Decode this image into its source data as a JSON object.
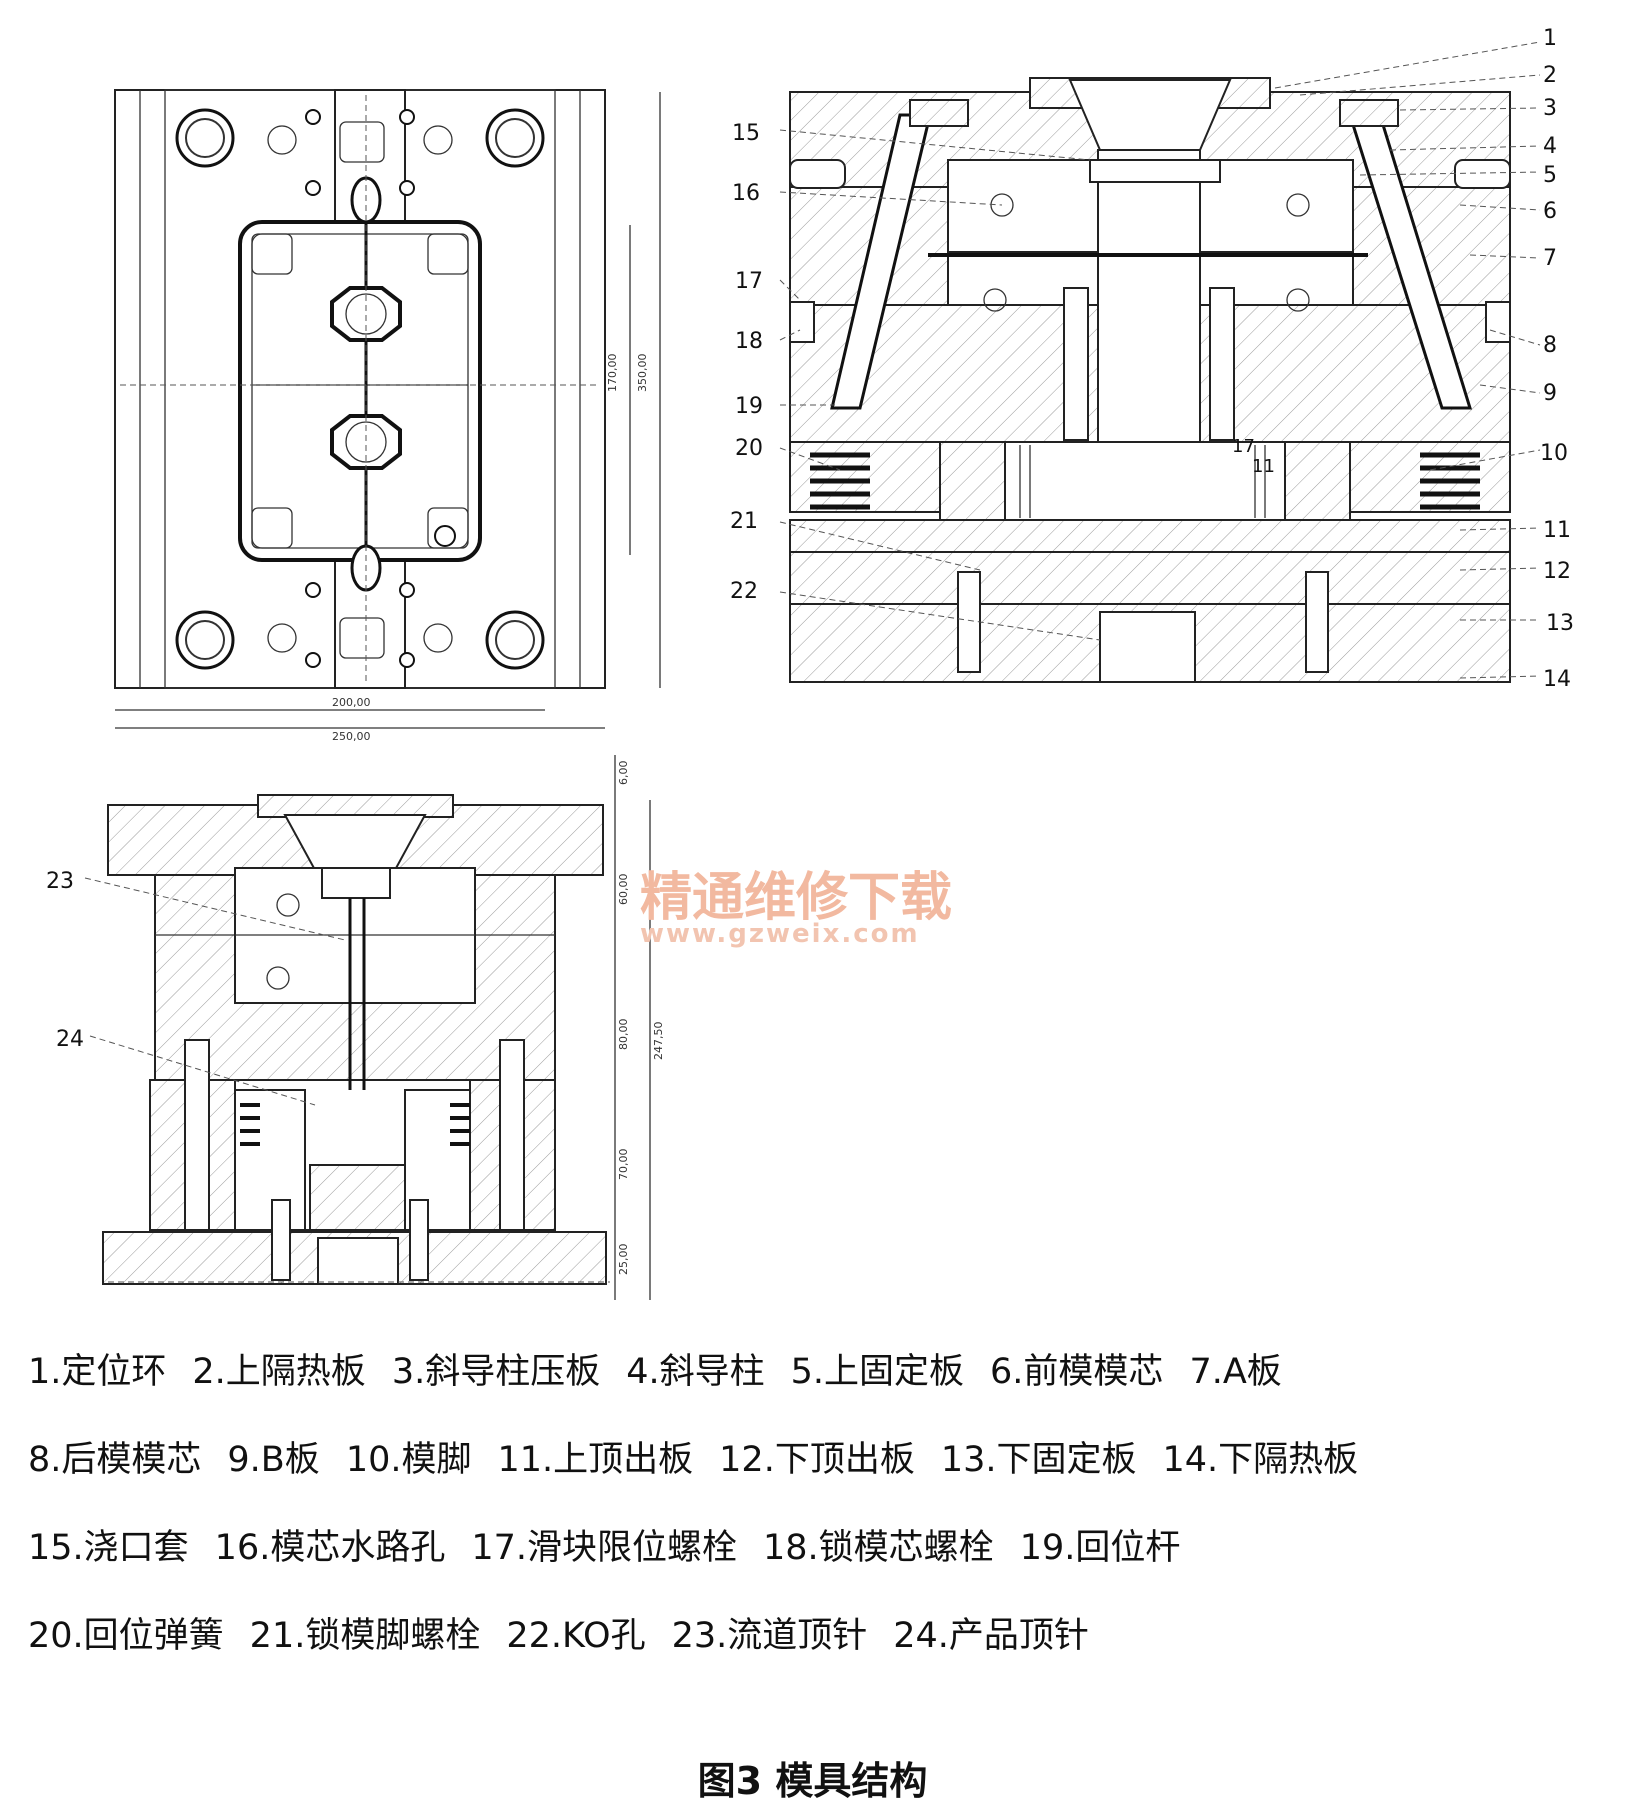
{
  "callouts": {
    "c1": "1",
    "c2": "2",
    "c3": "3",
    "c4": "4",
    "c5": "5",
    "c6": "6",
    "c7": "7",
    "c8": "8",
    "c9": "9",
    "c10": "10",
    "c11": "11",
    "c12": "12",
    "c13": "13",
    "c14": "14",
    "c15": "15",
    "c16": "16",
    "c17": "17",
    "c18": "18",
    "c19": "19",
    "c20": "20",
    "c21": "21",
    "c22": "22",
    "c23": "23",
    "c24": "24",
    "c17b": "17",
    "c11b": "11"
  },
  "dimensions": {
    "d200": "200,00",
    "d250": "250,00",
    "d170": "170,00",
    "d350": "350,00",
    "d6": "6,00",
    "d60": "60,00",
    "d80": "80,00",
    "d247": "247,50",
    "d70": "70,00",
    "d25": "25,00"
  },
  "watermark": {
    "cn": "精通维修下载",
    "url": "www.gzweix.com",
    "color": "#f2b9a0"
  },
  "legend": {
    "row1": [
      "1.定位环",
      "2.上隔热板",
      "3.斜导柱压板",
      "4.斜导柱",
      "5.上固定板",
      "6.前模模芯",
      "7.A板"
    ],
    "row2": [
      "8.后模模芯",
      "9.B板",
      "10.模脚",
      "11.上顶出板",
      "12.下顶出板",
      "13.下固定板",
      "14.下隔热板"
    ],
    "row3": [
      "15.浇口套",
      "16.模芯水路孔",
      "17.滑块限位螺栓",
      "18.锁模芯螺栓",
      "19.回位杆"
    ],
    "row4": [
      "20.回位弹簧",
      "21.锁模脚螺栓",
      "22.KO孔",
      "23.流道顶针",
      "24.产品顶针"
    ]
  },
  "caption": "图3  模具结构"
}
